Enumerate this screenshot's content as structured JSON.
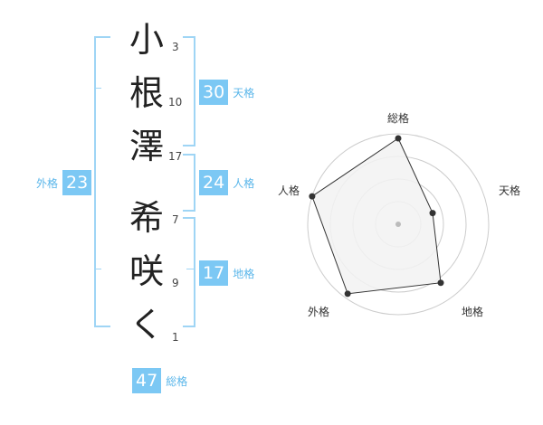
{
  "name": {
    "characters": [
      {
        "char": "小",
        "strokes": "3"
      },
      {
        "char": "根",
        "strokes": "10"
      },
      {
        "char": "澤",
        "strokes": "17"
      },
      {
        "char": "希",
        "strokes": "7"
      },
      {
        "char": "咲",
        "strokes": "9"
      },
      {
        "char": "く",
        "strokes": "1"
      }
    ]
  },
  "fortunes": {
    "tenkaku": {
      "value": "30",
      "label": "天格"
    },
    "jinkaku": {
      "value": "24",
      "label": "人格"
    },
    "chikaku": {
      "value": "17",
      "label": "地格"
    },
    "gaikaku": {
      "value": "23",
      "label": "外格"
    },
    "soukaku": {
      "value": "47",
      "label": "総格"
    }
  },
  "chart_data": {
    "type": "radar",
    "axes": [
      "総格",
      "天格",
      "地格",
      "外格",
      "人格"
    ],
    "values": [
      0.95,
      0.4,
      0.8,
      0.95,
      1.0
    ],
    "rings": 4,
    "colors": {
      "fill": "#f2f2f2",
      "line": "#333333",
      "grid": "#cccccc",
      "point": "#333333",
      "center": "#bbbbbb"
    }
  },
  "colors": {
    "accent": "#7cc8f4",
    "bracket": "#9fd5f5",
    "label": "#5ab6ea"
  }
}
